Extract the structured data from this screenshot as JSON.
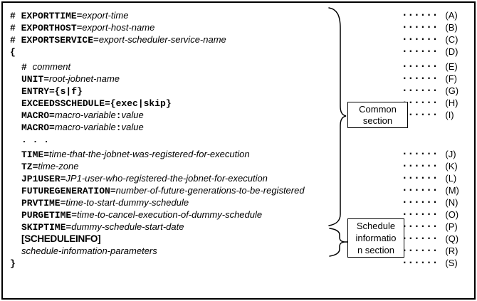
{
  "figure": {
    "kind": "syntax-listing",
    "background_color": "#ffffff",
    "text_color": "#000000",
    "border_color": "#000000"
  },
  "annotation": {
    "dots": "······"
  },
  "labels": {
    "common_section": {
      "lines": [
        "Common",
        "section"
      ]
    },
    "schedule_section": {
      "lines": [
        "Schedule",
        "informatio",
        "n section"
      ]
    }
  },
  "code": {
    "lines": [
      {
        "indent": 0,
        "gap": false,
        "letter": "(A)",
        "segments": [
          {
            "style": "kw",
            "text": "# EXPORTTIME="
          },
          {
            "style": "var",
            "text": "export-time"
          }
        ]
      },
      {
        "indent": 0,
        "gap": false,
        "letter": "(B)",
        "segments": [
          {
            "style": "kw",
            "text": "# EXPORTHOST="
          },
          {
            "style": "var",
            "text": "export-host-name"
          }
        ]
      },
      {
        "indent": 0,
        "gap": false,
        "letter": "(C)",
        "segments": [
          {
            "style": "kw",
            "text": "# EXPORTSERVICE="
          },
          {
            "style": "var",
            "text": "export-scheduler-service-name"
          }
        ]
      },
      {
        "indent": 0,
        "gap": false,
        "letter": "(D)",
        "segments": [
          {
            "style": "kw",
            "text": "{"
          }
        ]
      },
      {
        "indent": 1,
        "gap": true,
        "letter": "(E)",
        "segments": [
          {
            "style": "kw",
            "text": "# "
          },
          {
            "style": "var",
            "text": "comment"
          }
        ]
      },
      {
        "indent": 1,
        "gap": false,
        "letter": "(F)",
        "segments": [
          {
            "style": "kw",
            "text": "UNIT="
          },
          {
            "style": "var",
            "text": "root-jobnet-name"
          }
        ]
      },
      {
        "indent": 1,
        "gap": false,
        "letter": "(G)",
        "segments": [
          {
            "style": "kw",
            "text": "ENTRY={s|f}"
          }
        ]
      },
      {
        "indent": 1,
        "gap": false,
        "letter": "(H)",
        "segments": [
          {
            "style": "kw",
            "text": "EXCEEDSSCHEDULE={exec|skip}"
          }
        ]
      },
      {
        "indent": 1,
        "gap": false,
        "letter": "(I)",
        "segments": [
          {
            "style": "kw",
            "text": "MACRO="
          },
          {
            "style": "var",
            "text": "macro-variable"
          },
          {
            "style": "kw",
            "text": ":"
          },
          {
            "style": "var",
            "text": "value"
          }
        ]
      },
      {
        "indent": 1,
        "gap": false,
        "letter": null,
        "segments": [
          {
            "style": "kw",
            "text": "MACRO="
          },
          {
            "style": "var",
            "text": "macro-variable"
          },
          {
            "style": "kw",
            "text": ":"
          },
          {
            "style": "var",
            "text": "value"
          }
        ]
      },
      {
        "indent": 1,
        "gap": false,
        "letter": null,
        "segments": [
          {
            "style": "kw",
            "text": ". . ."
          }
        ]
      },
      {
        "indent": 1,
        "gap": true,
        "letter": "(J)",
        "segments": [
          {
            "style": "kw",
            "text": "TIME="
          },
          {
            "style": "var",
            "text": "time-that-the-jobnet-was-registered-for-execution"
          }
        ]
      },
      {
        "indent": 1,
        "gap": false,
        "letter": "(K)",
        "segments": [
          {
            "style": "kw",
            "text": "TZ="
          },
          {
            "style": "var",
            "text": "time-zone"
          }
        ]
      },
      {
        "indent": 1,
        "gap": false,
        "letter": "(L)",
        "segments": [
          {
            "style": "kw",
            "text": "JP1USER="
          },
          {
            "style": "var",
            "text": "JP1-user-who-registered-the-jobnet-for-execution"
          }
        ]
      },
      {
        "indent": 1,
        "gap": false,
        "letter": "(M)",
        "segments": [
          {
            "style": "kw",
            "text": "FUTUREGENERATION="
          },
          {
            "style": "var",
            "text": "number-of-future-generations-to-be-registered"
          }
        ]
      },
      {
        "indent": 1,
        "gap": false,
        "letter": "(N)",
        "segments": [
          {
            "style": "kw",
            "text": "PRVTIME="
          },
          {
            "style": "var",
            "text": "time-to-start-dummy-schedule"
          }
        ]
      },
      {
        "indent": 1,
        "gap": false,
        "letter": "(O)",
        "segments": [
          {
            "style": "kw",
            "text": "PURGETIME="
          },
          {
            "style": "var",
            "text": "time-to-cancel-execution-of-dummy-schedule"
          }
        ]
      },
      {
        "indent": 1,
        "gap": false,
        "letter": "(P)",
        "segments": [
          {
            "style": "kw",
            "text": "SKIPTIME="
          },
          {
            "style": "var",
            "text": "dummy-schedule-start-date"
          }
        ]
      },
      {
        "indent": 1,
        "gap": false,
        "letter": "(Q)",
        "segments": [
          {
            "style": "bracket",
            "text": "[SCHEDULEINFO]"
          }
        ]
      },
      {
        "indent": 1,
        "gap": false,
        "letter": "(R)",
        "segments": [
          {
            "style": "var",
            "text": "schedule-information-parameters"
          }
        ]
      },
      {
        "indent": 0,
        "gap": false,
        "letter": "(S)",
        "segments": [
          {
            "style": "kw",
            "text": "}"
          }
        ]
      }
    ]
  }
}
